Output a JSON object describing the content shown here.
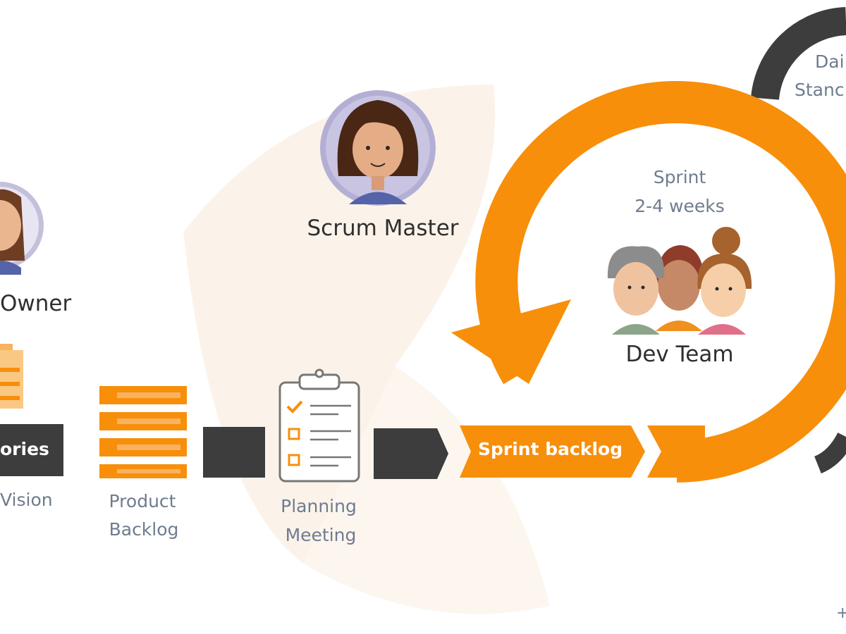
{
  "roles": {
    "product_owner": "Owner",
    "scrum_master": "Scrum Master",
    "dev_team": "Dev Team"
  },
  "steps": {
    "stories": "ories",
    "vision": "Vision",
    "product_backlog_1": "Product",
    "product_backlog_2": "Backlog",
    "planning_meeting_1": "Planning",
    "planning_meeting_2": "Meeting",
    "sprint_backlog": "Sprint backlog"
  },
  "sprint": {
    "line1": "Sprint",
    "line2": "2-4 weeks"
  },
  "daily": {
    "line1": "Dai",
    "line2": "Stanc"
  },
  "corner_mark": "+",
  "colors": {
    "accent": "#f78f0b",
    "accent_light": "#f9b25f",
    "dark": "#3d3d3d",
    "label_gray": "#6f7c8f",
    "avatar_bg": "#c4c0dc",
    "watermark": "#fbf1e6"
  }
}
